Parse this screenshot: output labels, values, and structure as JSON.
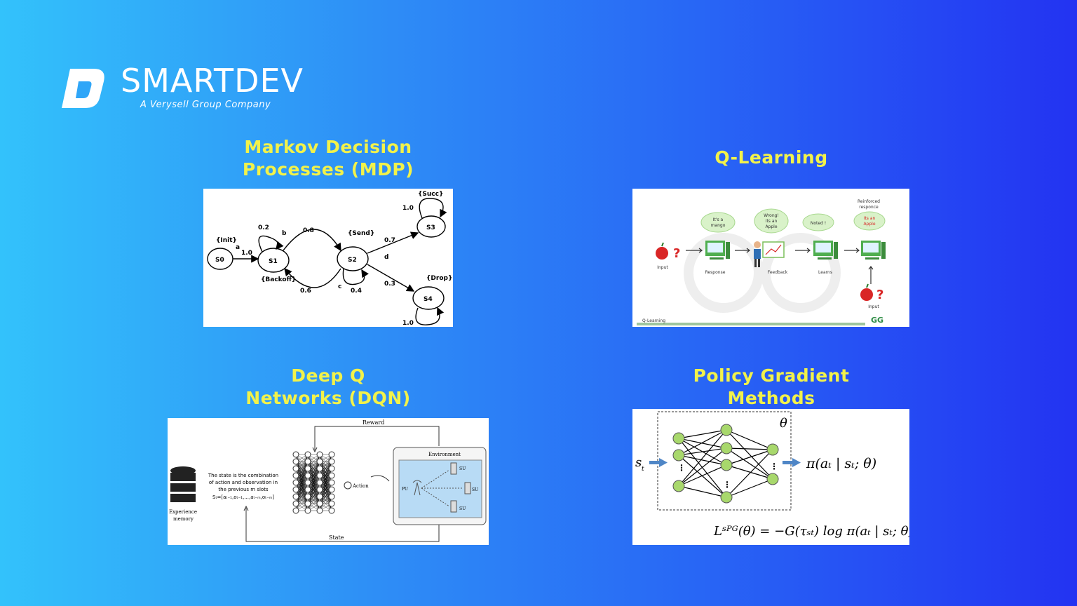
{
  "brand": {
    "name": "SMARTDEV",
    "tagline": "A Verysell Group Company"
  },
  "sections": {
    "mdp": {
      "title_line1": "Markov Decision",
      "title_line2": "Processes (MDP)",
      "states": [
        "S0",
        "S1",
        "S2",
        "S3",
        "S4"
      ],
      "state_labels": [
        "{Init}",
        "{Backoff}",
        "{Send}",
        "{Succ}",
        "{Drop}"
      ],
      "actions": [
        "a",
        "b",
        "c",
        "d"
      ],
      "probs": [
        "1.0",
        "0.2",
        "0.8",
        "0.6",
        "0.4",
        "0.7",
        "0.3",
        "1.0",
        "1.0"
      ]
    },
    "qlearning": {
      "title": "Q-Learning",
      "bubbles": [
        "It's a",
        "mango",
        "Wrong!",
        "Its an",
        "Apple",
        "Noted !",
        "Its an",
        "Apple"
      ],
      "reinforced": [
        "Reinforced",
        "responce"
      ],
      "steps": [
        "Input",
        "Response",
        "Feedback",
        "Learns",
        "Input"
      ],
      "footer_label": "Q-Learning",
      "footer_logo": "GG"
    },
    "dqn": {
      "title_line1": "Deep Q",
      "title_line2": "Networks (DQN)",
      "reward": "Reward",
      "state": "State",
      "action": "Action",
      "environment": "Environment",
      "memory": [
        "Experience",
        "memory"
      ],
      "description": [
        "The state is the combination",
        "of action and observation in",
        "the previous m slots"
      ],
      "formula": "Sₜ=[aₜ₋₁,oₜ₋₁,...,aₜ₋ₘ,oₜ₋ₘ]",
      "pu": "PU",
      "su": [
        "SU",
        "SU",
        "SU"
      ]
    },
    "pg": {
      "title_line1": "Policy Gradient",
      "title_line2": "Methods",
      "theta": "θ",
      "input": "s",
      "input_sub": "t",
      "output": "π(aₜ | sₜ; θ)",
      "loss": "Lˢᴾᴳ(θ) = −G(τₛₜ) log π(aₜ | sₜ; θ)",
      "dots": "⋮"
    }
  }
}
